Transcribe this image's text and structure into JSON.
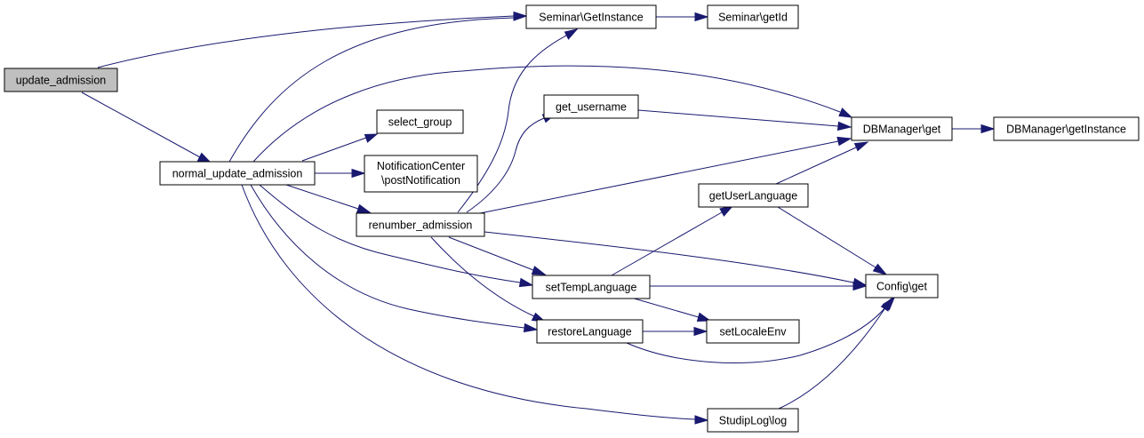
{
  "nodes": {
    "update_admission": {
      "lines": [
        "update_admission"
      ],
      "highlight": true
    },
    "normal_update_admission": {
      "lines": [
        "normal_update_admission"
      ]
    },
    "seminar_getinstance": {
      "lines": [
        "Seminar\\GetInstance"
      ]
    },
    "seminar_getid": {
      "lines": [
        "Seminar\\getId"
      ]
    },
    "select_group": {
      "lines": [
        "select_group"
      ]
    },
    "notificationcenter": {
      "lines": [
        "NotificationCenter",
        "\\postNotification"
      ]
    },
    "get_username": {
      "lines": [
        "get_username"
      ]
    },
    "renumber_admission": {
      "lines": [
        "renumber_admission"
      ]
    },
    "dbmanager_get": {
      "lines": [
        "DBManager\\get"
      ]
    },
    "dbmanager_getinstance": {
      "lines": [
        "DBManager\\getInstance"
      ]
    },
    "getuserlanguage": {
      "lines": [
        "getUserLanguage"
      ]
    },
    "settemplanguage": {
      "lines": [
        "setTempLanguage"
      ]
    },
    "config_get": {
      "lines": [
        "Config\\get"
      ]
    },
    "restorelanguage": {
      "lines": [
        "restoreLanguage"
      ]
    },
    "setlocaleenv": {
      "lines": [
        "setLocaleEnv"
      ]
    },
    "studiplog_log": {
      "lines": [
        "StudipLog\\log"
      ]
    }
  },
  "edges": [
    [
      "update_admission",
      "seminar_getinstance"
    ],
    [
      "update_admission",
      "normal_update_admission"
    ],
    [
      "normal_update_admission",
      "seminar_getinstance"
    ],
    [
      "normal_update_admission",
      "dbmanager_get"
    ],
    [
      "normal_update_admission",
      "select_group"
    ],
    [
      "normal_update_admission",
      "notificationcenter"
    ],
    [
      "normal_update_admission",
      "renumber_admission"
    ],
    [
      "normal_update_admission",
      "settemplanguage"
    ],
    [
      "normal_update_admission",
      "restorelanguage"
    ],
    [
      "normal_update_admission",
      "studiplog_log"
    ],
    [
      "seminar_getinstance",
      "seminar_getid"
    ],
    [
      "renumber_admission",
      "seminar_getinstance"
    ],
    [
      "renumber_admission",
      "get_username"
    ],
    [
      "renumber_admission",
      "dbmanager_get"
    ],
    [
      "renumber_admission",
      "settemplanguage"
    ],
    [
      "renumber_admission",
      "restorelanguage"
    ],
    [
      "renumber_admission",
      "config_get"
    ],
    [
      "get_username",
      "dbmanager_get"
    ],
    [
      "dbmanager_get",
      "dbmanager_getinstance"
    ],
    [
      "getuserlanguage",
      "dbmanager_get"
    ],
    [
      "getuserlanguage",
      "config_get"
    ],
    [
      "settemplanguage",
      "getuserlanguage"
    ],
    [
      "settemplanguage",
      "config_get"
    ],
    [
      "settemplanguage",
      "setlocaleenv"
    ],
    [
      "restorelanguage",
      "setlocaleenv"
    ],
    [
      "restorelanguage",
      "config_get"
    ],
    [
      "studiplog_log",
      "config_get"
    ]
  ],
  "colors": {
    "edge": "#191970",
    "node_border": "#000000",
    "node_fill": "#ffffff",
    "root_fill": "#bfbfbf"
  }
}
